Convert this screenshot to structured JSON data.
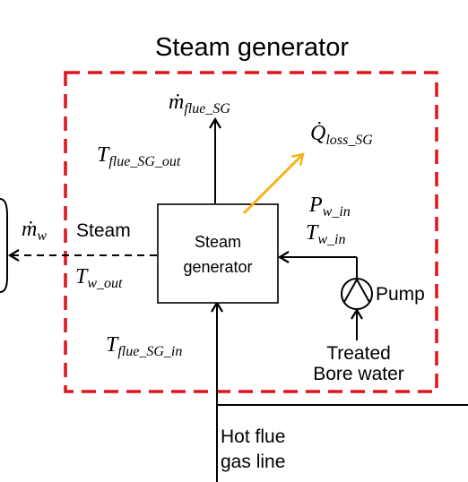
{
  "title": "Steam generator",
  "box_label": {
    "line1": "Steam",
    "line2": "generator"
  },
  "labels": {
    "m_flue_sg": {
      "main": "ṁ",
      "sub": "flue_SG"
    },
    "q_loss_sg": {
      "main": "Q̇",
      "sub": "loss_SG"
    },
    "t_flue_sg_out": {
      "main": "T",
      "sub": "flue_SG_out"
    },
    "t_flue_sg_in": {
      "main": "T",
      "sub": "flue_SG_in"
    },
    "p_w_in": {
      "main": "P",
      "sub": "w_in"
    },
    "t_w_in": {
      "main": "T",
      "sub": "w_in"
    },
    "m_w": {
      "main": "ṁ",
      "sub": "w"
    },
    "t_w_out": {
      "main": "T",
      "sub": "w_out"
    }
  },
  "text": {
    "steam": "Steam",
    "pump": "Pump",
    "treated_line1": "Treated",
    "treated_line2": "Bore water",
    "hot_flue_line1": "Hot flue",
    "hot_flue_line2": "gas line"
  },
  "colors": {
    "boundary": "#e0151b",
    "heat_loss_arrow": "#f5b316",
    "lines": "#000000"
  },
  "icons": {
    "pump": "pump-symbol-icon"
  }
}
